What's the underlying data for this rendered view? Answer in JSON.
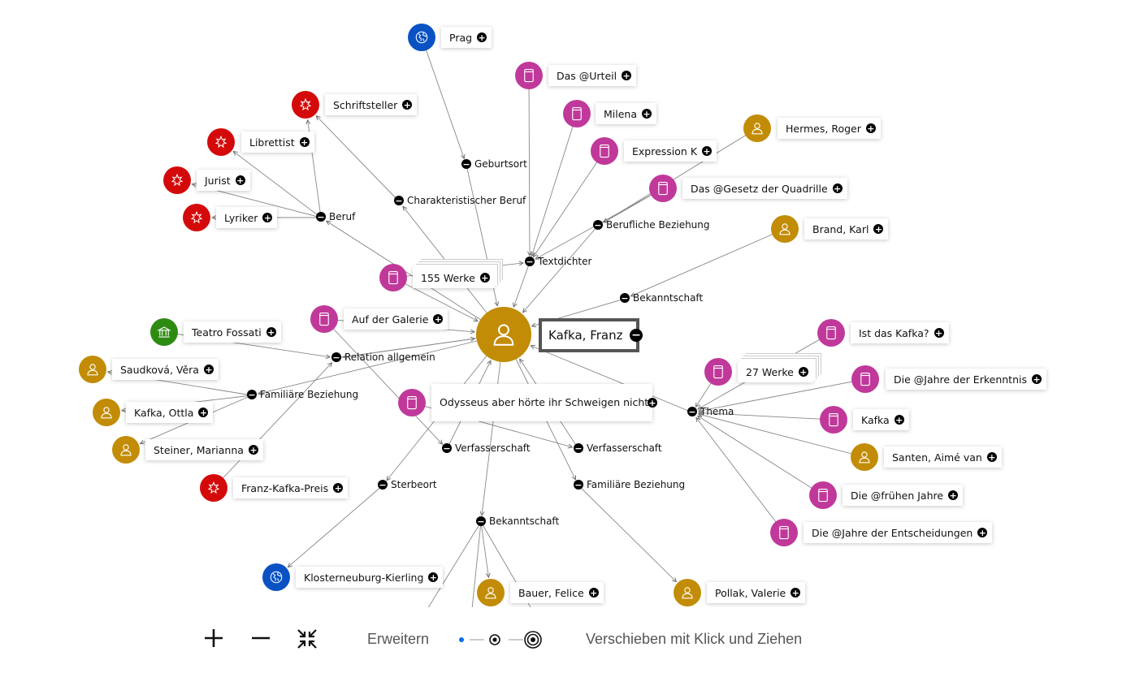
{
  "center": {
    "label": "Kafka, Franz",
    "type": "person",
    "toggle": "−"
  },
  "entities": [
    {
      "label": "Prag",
      "type": "place"
    },
    {
      "label": "Das @Urteil",
      "type": "work"
    },
    {
      "label": "Milena",
      "type": "work"
    },
    {
      "label": "Hermes, Roger",
      "type": "person"
    },
    {
      "label": "Expression K",
      "type": "work"
    },
    {
      "label": "Das @Gesetz der Quadrille",
      "type": "work"
    },
    {
      "label": "Brand, Karl",
      "type": "person"
    },
    {
      "label": "Schriftsteller",
      "type": "profession"
    },
    {
      "label": "Librettist",
      "type": "profession"
    },
    {
      "label": "Jurist",
      "type": "profession"
    },
    {
      "label": "Lyriker",
      "type": "profession"
    },
    {
      "label": "155 Werke",
      "type": "work-group"
    },
    {
      "label": "Auf der Galerie",
      "type": "work"
    },
    {
      "label": "Teatro Fossati",
      "type": "organisation"
    },
    {
      "label": "Saudková, Věra",
      "type": "person"
    },
    {
      "label": "Kafka, Ottla",
      "type": "person"
    },
    {
      "label": "Steiner, Marianna",
      "type": "person"
    },
    {
      "label": "Franz-Kafka-Preis",
      "type": "profession"
    },
    {
      "label": "Odysseus aber hörte ihr Schweigen nicht",
      "type": "work"
    },
    {
      "label": "Ist das Kafka?",
      "type": "work"
    },
    {
      "label": "27 Werke",
      "type": "work-group"
    },
    {
      "label": "Die @Jahre der Erkenntnis",
      "type": "work"
    },
    {
      "label": "Kafka",
      "type": "work"
    },
    {
      "label": "Santen, Aimé van",
      "type": "person"
    },
    {
      "label": "Die @frühen Jahre",
      "type": "work"
    },
    {
      "label": "Die @Jahre der Entscheidungen",
      "type": "work"
    },
    {
      "label": "Klosterneuburg-Kierling",
      "type": "place"
    },
    {
      "label": "Bauer, Felice",
      "type": "person"
    },
    {
      "label": "Pollak, Valerie",
      "type": "person"
    }
  ],
  "relations": [
    {
      "label": "Geburtsort"
    },
    {
      "label": "Charakteristischer Beruf"
    },
    {
      "label": "Beruf"
    },
    {
      "label": "Berufliche Beziehung"
    },
    {
      "label": "Textdichter"
    },
    {
      "label": "Bekanntschaft"
    },
    {
      "label": "Relation allgemein"
    },
    {
      "label": "Familiäre Beziehung"
    },
    {
      "label": "Thema"
    },
    {
      "label": "Verfasserschaft"
    },
    {
      "label": "Verfasserschaft"
    },
    {
      "label": "Sterbeort"
    },
    {
      "label": "Familiäre Beziehung"
    },
    {
      "label": "Bekanntschaft"
    }
  ],
  "toggles": {
    "expand": "+",
    "collapse": "−"
  },
  "colors": {
    "person": "#c28c06",
    "work": "#c0399a",
    "work-group": "#c0399a",
    "place": "#0a52c4",
    "profession": "#d40a0a",
    "organisation": "#2e8b12"
  },
  "toolbar": {
    "zoom_in": "zoom-in",
    "zoom_out": "zoom-out",
    "fit": "fit-to-screen",
    "expand_label": "Erweitern",
    "expand_levels": [
      "1",
      "2",
      "3"
    ],
    "selected_level": "1",
    "hint": "Verschieben mit Klick und Ziehen"
  }
}
